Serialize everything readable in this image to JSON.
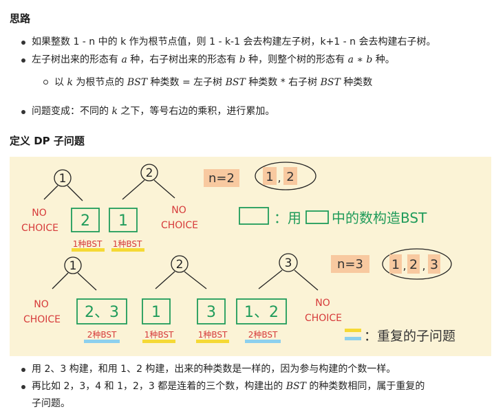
{
  "section1": {
    "title": "思路",
    "bullets": [
      "如果整数 1 - n 中的 k 作为根节点值，则 1 - k-1 会去构建左子树，k+1 - n 会去构建右子树。",
      {
        "p1": "左子树出来的形态有 ",
        "a": "a",
        "p2": " 种，右子树出来的形态有 ",
        "b": "b",
        "p3": " 种，则整个树的形态有 ",
        "ab": "a ∗ b",
        "p4": " 种。"
      },
      "问题变成：不同的 k 之下，等号右边的乘积，进行累加。"
    ],
    "sub_bullet": {
      "p1": "以 ",
      "k": "k",
      "p2": " 为根节点的 ",
      "bst1": "BST",
      "p3": " 种类数 = 左子树 ",
      "bst2": "BST",
      "p4": " 种类数 * 右子树 ",
      "bst3": "BST",
      "p5": " 种类数"
    },
    "bullet3": {
      "p1": "问题变成：不同的 ",
      "k": "k",
      "p2": " 之下，等号右边的乘积，进行累加。"
    }
  },
  "section2": {
    "title": "定义 DP 子问题"
  },
  "figure": {
    "no_choice_no": "NO",
    "no_choice_choice": "CHOICE",
    "row1": {
      "roots": [
        "1",
        "2"
      ],
      "boxes": [
        "2",
        "1"
      ],
      "captions": [
        "1种BST",
        "1种BST"
      ]
    },
    "row2": {
      "roots": [
        "1",
        "2",
        "3"
      ],
      "boxes": [
        "2、3",
        "1",
        "3",
        "1、2"
      ],
      "captions": [
        "2种BST",
        "1种BST",
        "1种BST",
        "2种BST"
      ]
    },
    "n2_label": "n=2",
    "n2_set": [
      "1",
      "2"
    ],
    "n3_label": "n=3",
    "n3_set": [
      "1",
      "2",
      "3"
    ],
    "legend_box_text": "：用",
    "legend_box_text2": "中的数构造BST",
    "legend_dup_text": "：重复的子问题",
    "colors": {
      "green": "#1f9b5a",
      "red": "#d63a3a",
      "yellow": "#f5d935",
      "blue": "#8cd0ee",
      "orange": "#f8c9a0",
      "bg": "#fbf3d6"
    }
  },
  "section3": {
    "bullets": [
      "用 2、3 构建，和用 1、2 构建，出来的种类数是一样的，因为参与构建的个数一样。",
      {
        "p1": "再比如 2，3，4 和 1，2，3 都是连着的三个数，构建出的 ",
        "bst": "BST",
        "p2": " 的种类数相同，属于重复的"
      },
      "子问题。"
    ]
  }
}
